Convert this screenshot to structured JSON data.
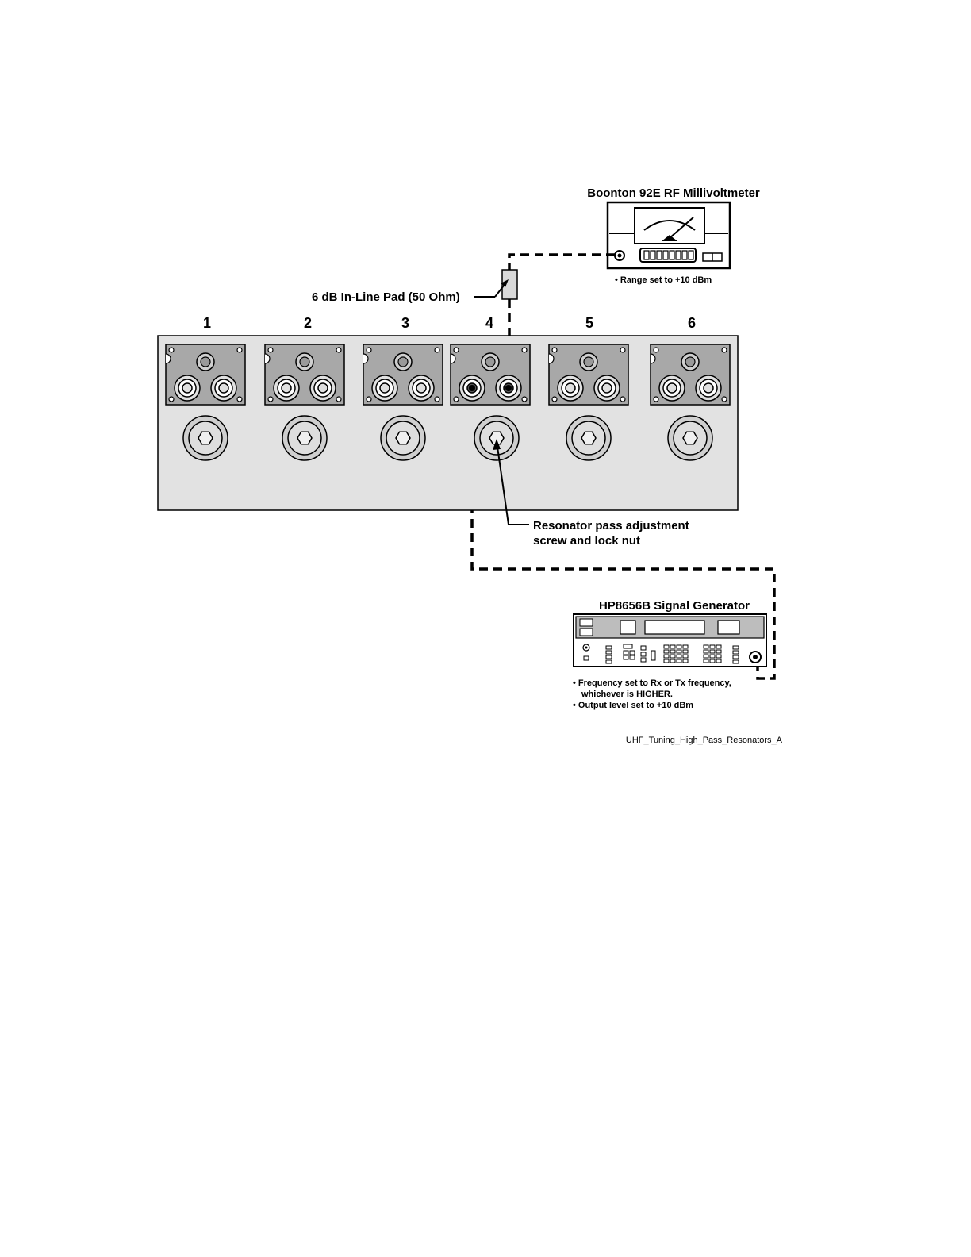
{
  "millivoltmeter": {
    "title": "Boonton 92E RF Millivoltmeter",
    "note": "• Range set to +10 dBm"
  },
  "pad": {
    "label": "6 dB In-Line Pad (50 Ohm)"
  },
  "resonators": [
    {
      "number": "1"
    },
    {
      "number": "2"
    },
    {
      "number": "3"
    },
    {
      "number": "4"
    },
    {
      "number": "5"
    },
    {
      "number": "6"
    }
  ],
  "adjustment_callout": {
    "line1": "Resonator pass adjustment",
    "line2": "screw and lock nut"
  },
  "signal_generator": {
    "title": "HP8656B Signal Generator",
    "note1": "• Frequency set to Rx or Tx frequency,",
    "note2": "whichever is HIGHER.",
    "note3": "• Output level set to +10 dBm"
  },
  "figure_id": "UHF_Tuning_High_Pass_Resonators_A"
}
